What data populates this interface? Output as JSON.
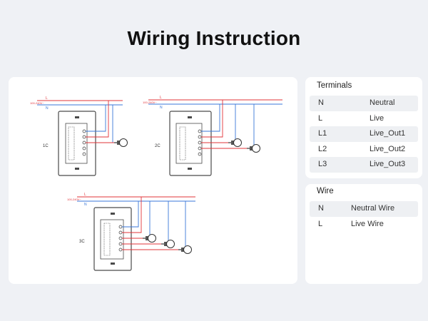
{
  "title": "Wiring Instruction",
  "diagrams": [
    {
      "line_l": "L",
      "line_n": "N",
      "voltage": "100-240V~",
      "mode": "1C"
    },
    {
      "line_l": "L",
      "line_n": "N",
      "voltage": "100-240V~",
      "mode": "2C"
    },
    {
      "line_l": "L",
      "line_n": "N",
      "voltage": "100-240V~",
      "mode": "3C"
    }
  ],
  "terminals": {
    "heading": "Terminals",
    "rows": [
      {
        "key": "N",
        "value": "Neutral"
      },
      {
        "key": "L",
        "value": "Live"
      },
      {
        "key": "L1",
        "value": "Live_Out1"
      },
      {
        "key": "L2",
        "value": "Live_Out2"
      },
      {
        "key": "L3",
        "value": "Live_Out3"
      }
    ]
  },
  "wire": {
    "heading": "Wire",
    "rows": [
      {
        "key": "N",
        "value": "Neutral Wire"
      },
      {
        "key": "L",
        "value": "Live Wire"
      }
    ]
  },
  "colors": {
    "live": "#e2343a",
    "neutral": "#3a77d8",
    "switch": "#4a4a4a"
  }
}
